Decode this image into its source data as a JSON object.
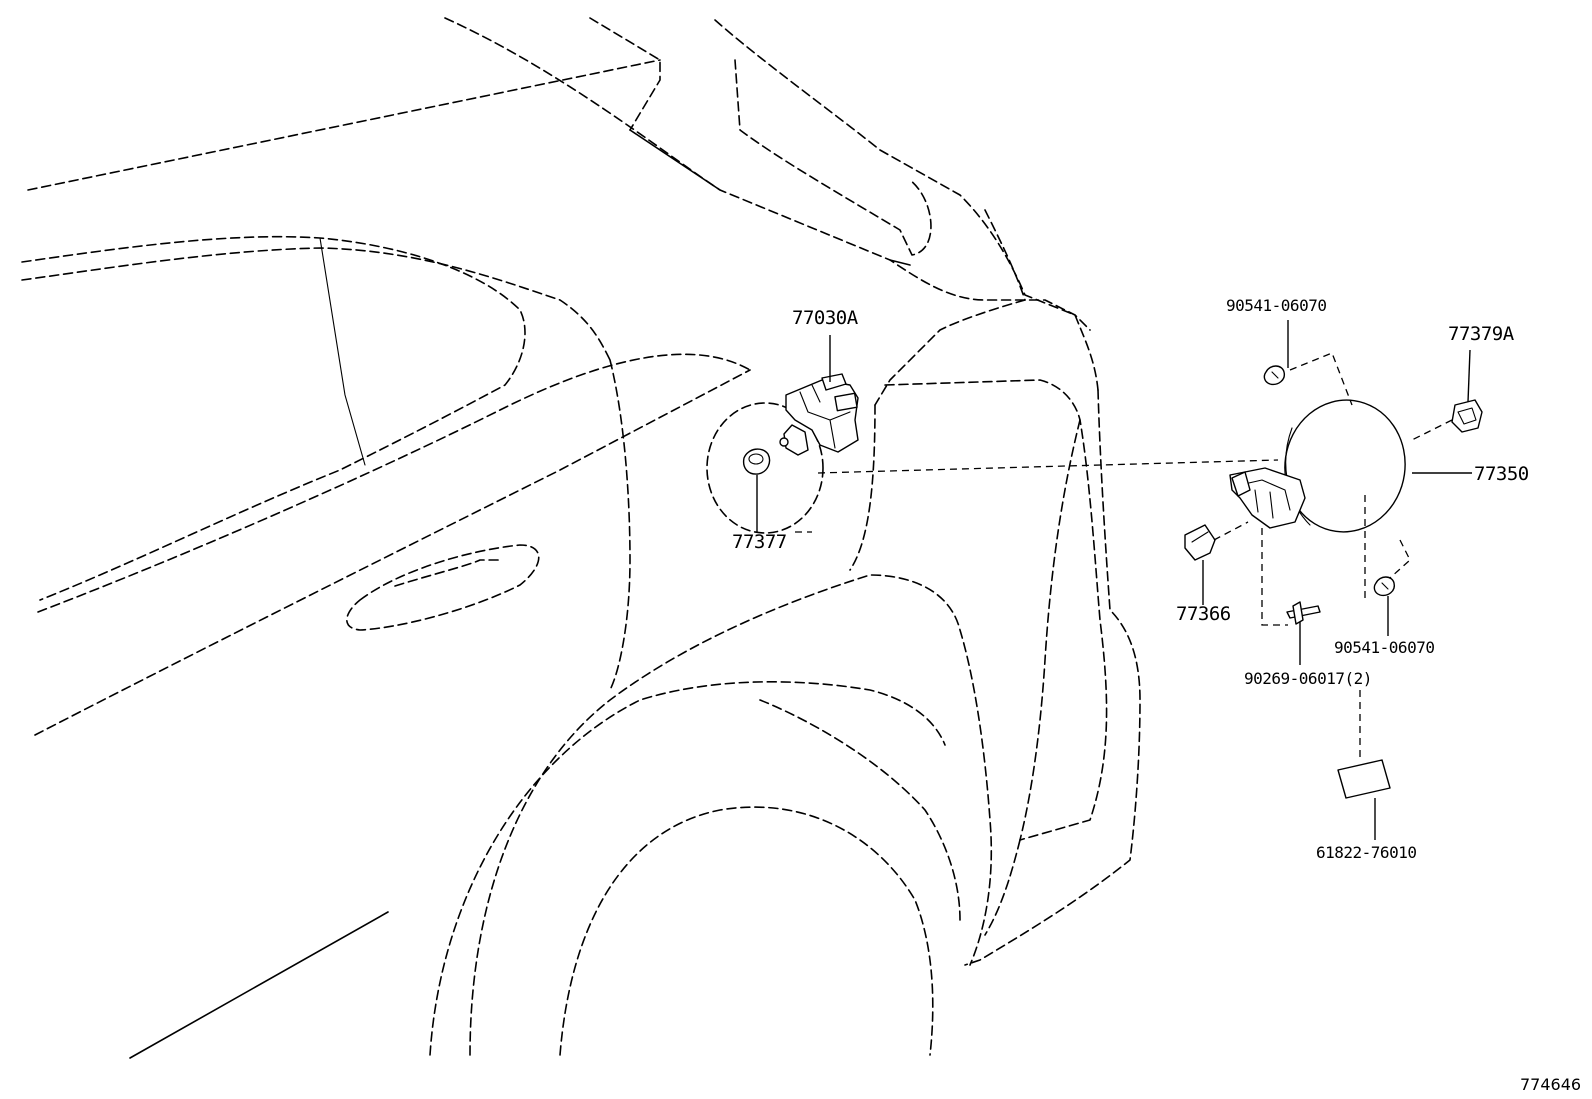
{
  "labels": {
    "p77030A": "77030A",
    "p77377": "77377",
    "p90541_top": "90541-06070",
    "p77379A": "77379A",
    "p77350": "77350",
    "p77366": "77366",
    "p90541_bottom": "90541-06070",
    "p90269": "90269-06017(2)",
    "p61822": "61822-76010"
  },
  "reference_number": "774646"
}
